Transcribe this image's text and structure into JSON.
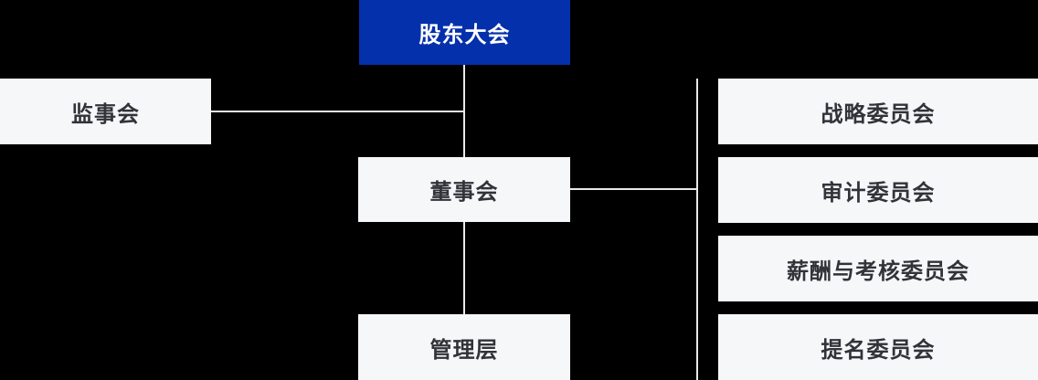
{
  "diagram": {
    "type": "org-chart",
    "nodes": {
      "shareholders_meeting": {
        "label": "股东大会"
      },
      "supervisory_board": {
        "label": "监事会"
      },
      "board_of_directors": {
        "label": "董事会"
      },
      "management": {
        "label": "管理层"
      },
      "committees": [
        {
          "label": "战略委员会"
        },
        {
          "label": "审计委员会"
        },
        {
          "label": "薪酬与考核委员会"
        },
        {
          "label": "提名委员会"
        }
      ]
    },
    "edges": [
      {
        "from": "股东大会",
        "to": "监事会"
      },
      {
        "from": "股东大会",
        "to": "董事会"
      },
      {
        "from": "董事会",
        "to": "管理层"
      },
      {
        "from": "董事会",
        "to": "战略委员会"
      },
      {
        "from": "董事会",
        "to": "审计委员会"
      },
      {
        "from": "董事会",
        "to": "薪酬与考核委员会"
      },
      {
        "from": "董事会",
        "to": "提名委员会"
      }
    ],
    "colors": {
      "background": "#000000",
      "primary_node_bg": "#0530ab",
      "primary_node_text": "#ffffff",
      "node_bg": "#f6f7f9",
      "node_text": "#303338",
      "connector": "#e9e9eb"
    }
  }
}
